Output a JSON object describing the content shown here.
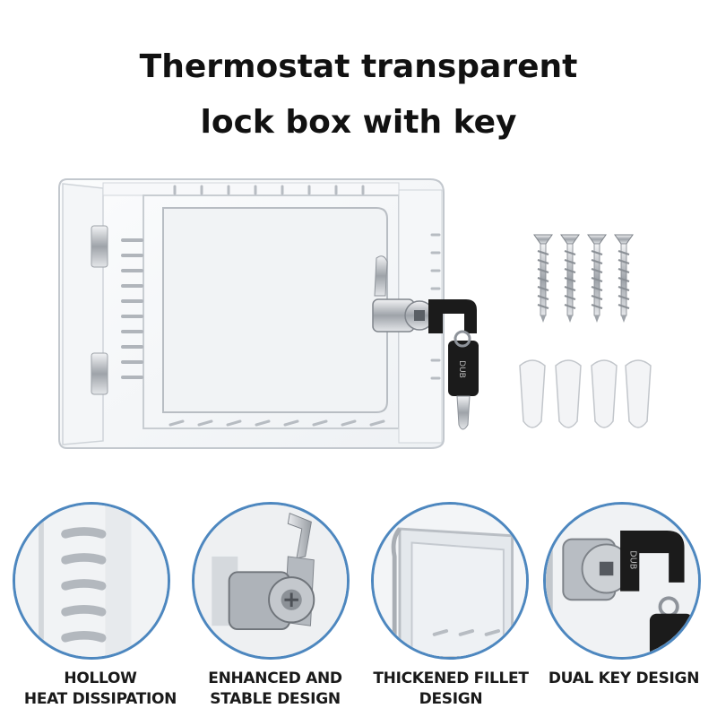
{
  "title": {
    "line1": "Thermostat transparent",
    "line2": "lock box with key"
  },
  "features": [
    {
      "line1": "HOLLOW",
      "line2": "HEAT DISSIPATION"
    },
    {
      "line1": "ENHANCED AND",
      "line2": "STABLE DESIGN"
    },
    {
      "line1": "THICKENED FILLET",
      "line2": "DESIGN"
    },
    {
      "line1": "DUAL KEY DESIGN",
      "line2": ""
    }
  ],
  "key_tag": "DUB",
  "colors": {
    "circle_border": "#4d87bf",
    "key_black": "#1b1b1b",
    "chrome": "#c9ccd0",
    "acrylic_edge": "#b9bec4"
  }
}
